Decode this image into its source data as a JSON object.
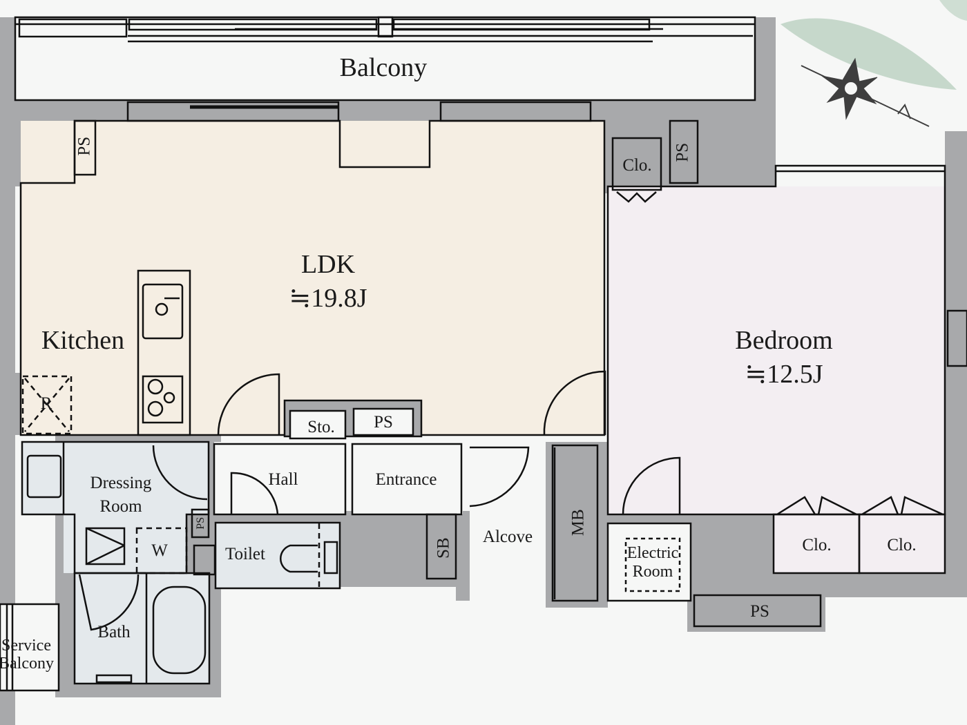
{
  "plan": {
    "colors": {
      "wall": "#a8a9ab",
      "ldk_floor": "#f5eee3",
      "bedroom_floor": "#f3eef2",
      "wet_area_floor": "#e4e9ec",
      "balcony_floor": "#f6f7f6",
      "line": "#111111",
      "leaf": "#9fbfa8",
      "compass": "#3e3e3e"
    },
    "rooms": {
      "balcony": {
        "label": "Balcony"
      },
      "ldk": {
        "label": "LDK",
        "area": "≒19.8J"
      },
      "kitchen": {
        "label": "Kitchen"
      },
      "bedroom": {
        "label": "Bedroom",
        "area": "≒12.5J"
      },
      "dressing_room": {
        "label_line1": "Dressing",
        "label_line2": "Room"
      },
      "hall": {
        "label": "Hall"
      },
      "entrance": {
        "label": "Entrance"
      },
      "toilet": {
        "label": "Toilet"
      },
      "bath": {
        "label": "Bath"
      },
      "alcove": {
        "label": "Alcove"
      },
      "electric_room": {
        "label_line1": "Electric",
        "label_line2": "Room"
      },
      "service_balcony": {
        "label_line1": "Service",
        "label_line2": "Balcony"
      }
    },
    "storage": {
      "ps_top_left": "PS",
      "ps_top_right": "PS",
      "ps_center": "PS",
      "ps_bottom": "PS",
      "ps_small": "PS",
      "sto": "Sto.",
      "clo_top": "Clo.",
      "clo_bedroom_1": "Clo.",
      "clo_bedroom_2": "Clo.",
      "sb": "SB",
      "mb": "MB"
    },
    "fixtures": {
      "refrigerator": "R",
      "washer": "W"
    },
    "compass": {
      "icon": "compass-rose-icon"
    }
  }
}
